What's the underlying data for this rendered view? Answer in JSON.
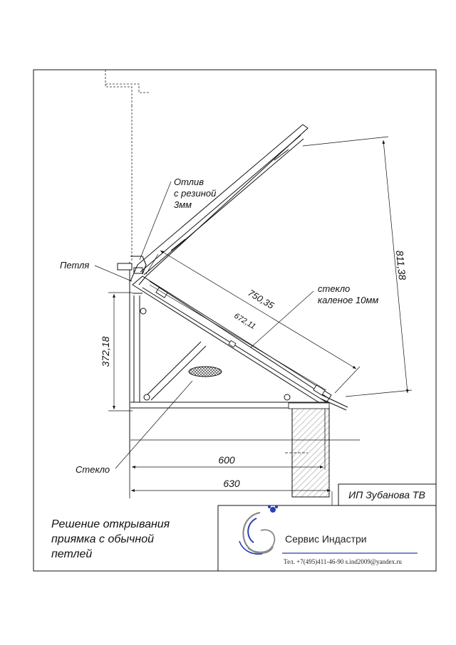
{
  "labels": {
    "otliv_1": "Отлив",
    "otliv_2": "с резиной",
    "otliv_3": "3мм",
    "petlya": "Петля",
    "steklo_kalenoe_1": "стекло",
    "steklo_kalenoe_2": "каленое 10мм",
    "steklo": "Стекло"
  },
  "dimensions": {
    "d811": "811,38",
    "d750": "750,35",
    "d672": "672,11",
    "d372": "372,18",
    "d600": "600",
    "d630": "630"
  },
  "title_block": {
    "author": "ИП Зубанова ТВ",
    "description_1": "Решение открывания",
    "description_2": "приямка с обычной",
    "description_3": "петлей",
    "company": "Сервис Индастри",
    "contacts": "Тел. +7(495)411-46-90 s.ind2009@yandex.ru"
  },
  "colors": {
    "line": "#111111",
    "logo_blue": "#2a3fb5",
    "logo_gray": "#8a8a8a"
  }
}
